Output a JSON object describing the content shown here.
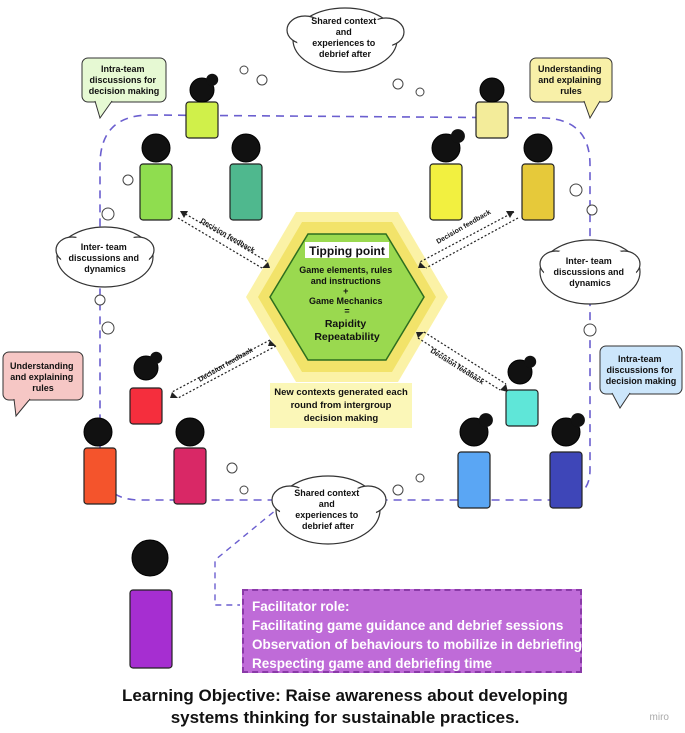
{
  "watermark": "miro",
  "colors": {
    "dashed_path": "#6b5fcf",
    "hex_outer": "#fbf2a6",
    "hex_mid": "#f2e36a",
    "hex_inner": "#9ad94f",
    "facilitator_bg": "#bf6bd8",
    "cloud_fill": "#ffffff",
    "cloud_stroke": "#333333"
  },
  "center": {
    "title": "Tipping point",
    "lines": [
      "Game elements, rules",
      "and instructions",
      "+",
      "Game Mechanics",
      "=",
      "Rapidity",
      "Repeatability"
    ]
  },
  "new_contexts": {
    "lines": [
      "New contexts generated each",
      "round from intergroup",
      "decision making"
    ]
  },
  "clouds": {
    "shared_top": [
      "Shared context",
      "and",
      "experiences to",
      "debrief after"
    ],
    "shared_bottom": [
      "Shared context",
      "and",
      "experiences to",
      "debrief after"
    ],
    "inter_left": [
      "Inter- team",
      "discussions and",
      "dynamics"
    ],
    "inter_right": [
      "Inter- team",
      "discussions and",
      "dynamics"
    ]
  },
  "bubbles": {
    "intra_top_left": {
      "lines": [
        "Intra-team",
        "discussions for",
        "decision making"
      ],
      "color": "#e6f9d3"
    },
    "understanding_top_right": {
      "lines": [
        "Understanding",
        "and explaining",
        "rules"
      ],
      "color": "#f8f0a8"
    },
    "understanding_left": {
      "lines": [
        "Understanding",
        "and explaining",
        "rules"
      ],
      "color": "#f6c7c5"
    },
    "intra_right": {
      "lines": [
        "Intra-team",
        "discussions for",
        "decision making"
      ],
      "color": "#cce6fb"
    }
  },
  "feedback_label": "Decision feedback",
  "people_colors": {
    "team_green": [
      "#d0f04a",
      "#8fdd4f",
      "#4fb88e"
    ],
    "team_yellow": [
      "#f3ec9a",
      "#f2f040",
      "#e6c93a"
    ],
    "team_red": [
      "#f52e3d",
      "#f4542c",
      "#d92866"
    ],
    "team_blue": [
      "#5fe6d8",
      "#5aa6f4",
      "#3e46b8"
    ],
    "facilitator": "#a62ed1"
  },
  "facilitator": {
    "title": "Facilitator role:",
    "items": [
      "Facilitating game guidance and debrief sessions",
      "Observation of behaviours to mobilize in debriefing",
      "Respecting game and debriefing time"
    ]
  },
  "learning_objective": {
    "line1": "Learning Objective: Raise awareness about developing",
    "line2": "systems thinking for sustainable practices."
  }
}
